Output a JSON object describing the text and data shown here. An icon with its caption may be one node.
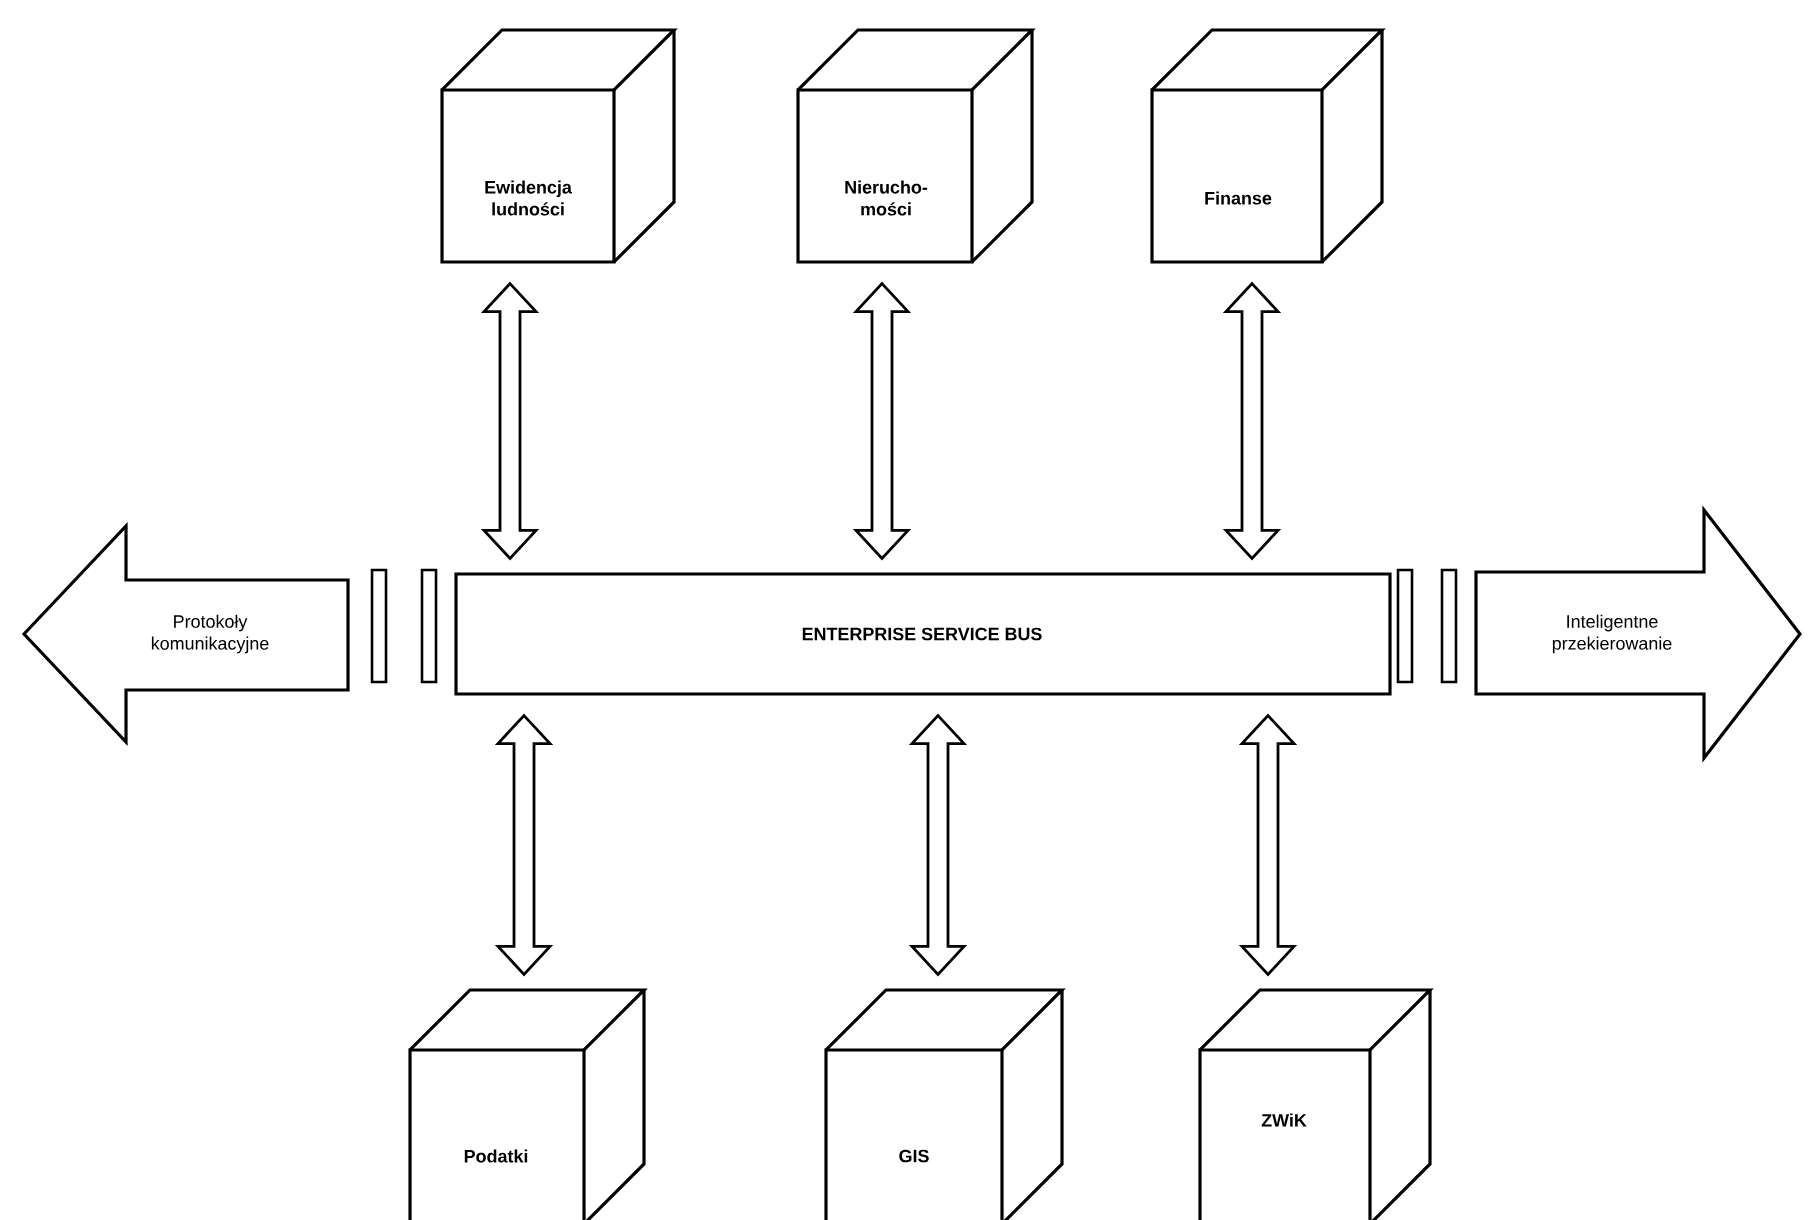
{
  "diagram": {
    "nodes": [
      {
        "text": [
          "ENTERPRISE SERVICE BUS"
        ]
      },
      {
        "text": [
          "Ewidencja ludności"
        ]
      },
      {
        "text": [
          "Nierucho- mości"
        ]
      },
      {
        "text": [
          "Finanse"
        ]
      },
      {
        "text": [
          "Podatki"
        ]
      },
      {
        "text": [
          "GIS"
        ]
      },
      {
        "text": [
          "ZWiK"
        ]
      },
      {
        "text": [
          "Protokoły komunikacyjne"
        ]
      },
      {
        "text": [
          "Inteligentne przekierowanie"
        ]
      }
    ],
    "edges": [
      {
        "from": 1,
        "to": 0,
        "arrow": "both"
      },
      {
        "from": 2,
        "to": 0,
        "arrow": "both"
      },
      {
        "from": 3,
        "to": 0,
        "arrow": "both"
      },
      {
        "from": 4,
        "to": 0,
        "arrow": "both"
      },
      {
        "from": 5,
        "to": 0,
        "arrow": "both"
      },
      {
        "from": 6,
        "to": 0,
        "arrow": "both"
      }
    ]
  }
}
